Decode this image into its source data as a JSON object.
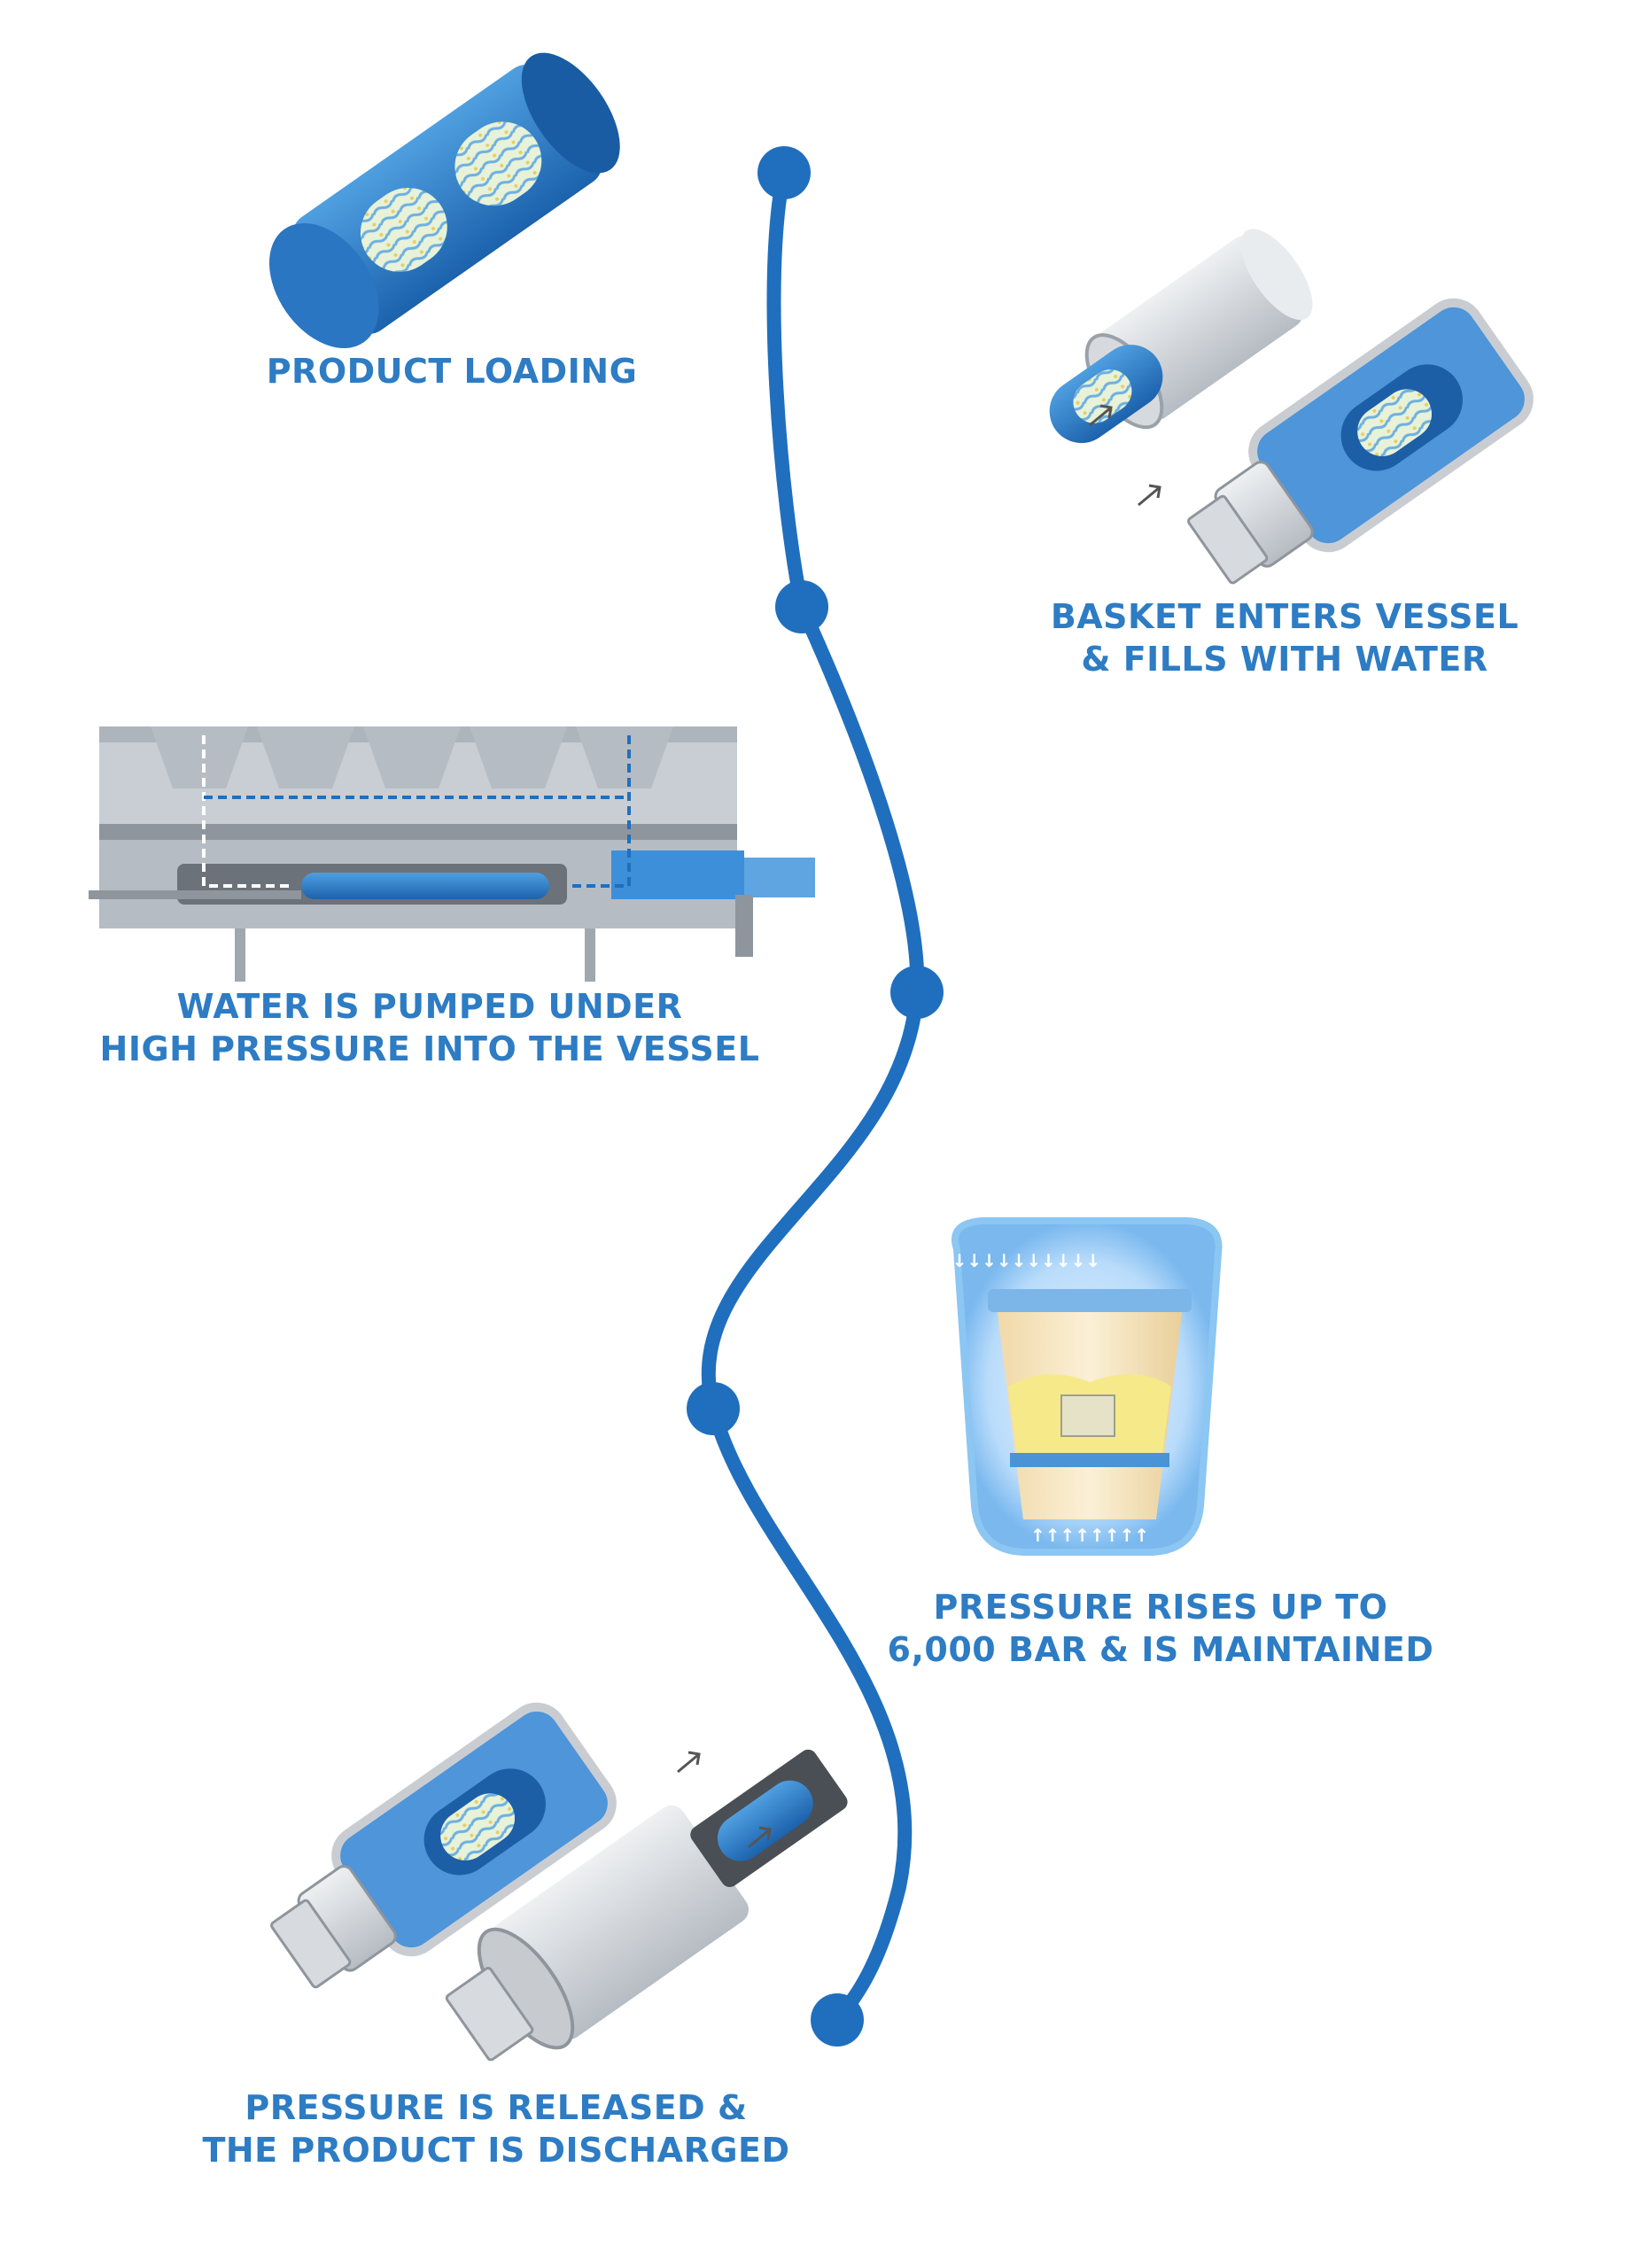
{
  "steps": [
    {
      "lines": [
        "PRODUCT LOADING"
      ],
      "icon": "loading-basket-icon"
    },
    {
      "lines": [
        "BASKET ENTERS VESSEL",
        "& FILLS WITH WATER"
      ],
      "icon": "basket-vessel-icon"
    },
    {
      "lines": [
        "WATER IS PUMPED UNDER",
        "HIGH PRESSURE INTO THE VESSEL"
      ],
      "icon": "pump-machine-icon"
    },
    {
      "lines": [
        "PRESSURE RISES UP TO",
        "6,000 BAR & IS MAINTAINED"
      ],
      "icon": "pressurized-cup-icon"
    },
    {
      "lines": [
        "PRESSURE IS RELEASED &",
        "THE PRODUCT IS DISCHARGED"
      ],
      "icon": "discharge-vessel-icon"
    }
  ],
  "colors": {
    "accent": "#1f6fbe",
    "text": "#2d7cc4",
    "steel": "#c5cad1",
    "steel_dark": "#8f959c",
    "water": "#3c8fd8",
    "cream": "#f3dfb3",
    "butter": "#f6e98a"
  }
}
